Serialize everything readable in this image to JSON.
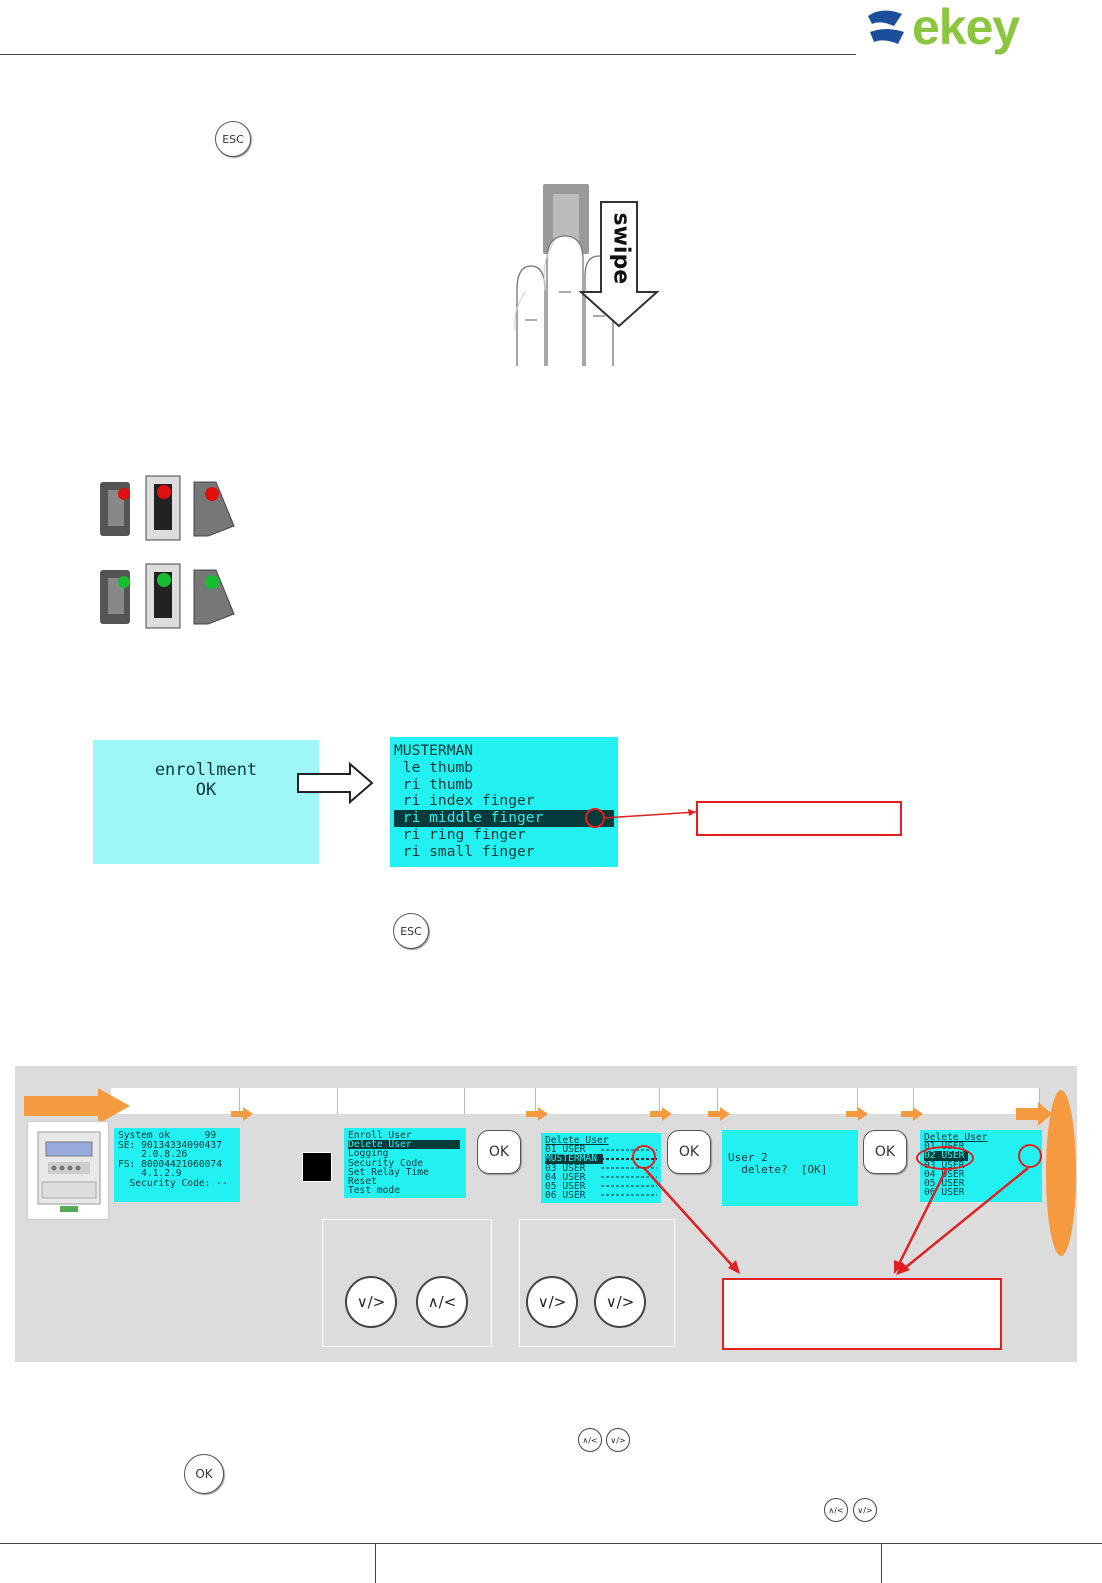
{
  "logo": {
    "text": "ekey",
    "colors": {
      "blue": "#1b4f9c",
      "green": "#8cc63f"
    }
  },
  "buttons": {
    "esc": "ESC",
    "ok": "OK"
  },
  "swipe": {
    "label": "swipe"
  },
  "lcd_enrollment": {
    "line1": "enrollment",
    "line2": "OK"
  },
  "lcd_fingers": {
    "lines": [
      "MUSTERMAN",
      " le thumb",
      " ri thumb",
      " ri index finger",
      " ri middle finger",
      " ri ring finger",
      " ri small finger"
    ],
    "selected_index": 4
  },
  "flow": {
    "lcd_system": [
      "System ok      99",
      "SE: 90134334090437",
      "    2.0.8.26",
      "FS: 80004421060074",
      "    4.1.2.9",
      "",
      "  Security Code: --"
    ],
    "lcd_menu": [
      "Enroll User",
      "Delete User",
      "Logging",
      "Security Code",
      "Set Relay Time",
      "Reset",
      "Test mode"
    ],
    "lcd_menu_selected": 1,
    "lcd_delete_list": [
      "Delete User",
      "01 USER",
      "MUSTERMAN",
      "03 USER",
      "04 USER",
      "05 USER",
      "06 USER"
    ],
    "lcd_delete_selected": 2,
    "lcd_confirm": [
      "User 2",
      "  delete?  [OK]"
    ],
    "lcd_after": [
      "Delete User",
      "01 USER",
      "02 USER",
      "03 USER",
      "04 USER",
      "05 USER",
      "06 USER"
    ],
    "lcd_after_selected": 2,
    "nav_up_left": "∧/<",
    "nav_down_right": "∨/>"
  },
  "colors": {
    "lcd": "#23f0f0",
    "arrow": "#f59a3f",
    "callout": "#e02020"
  }
}
